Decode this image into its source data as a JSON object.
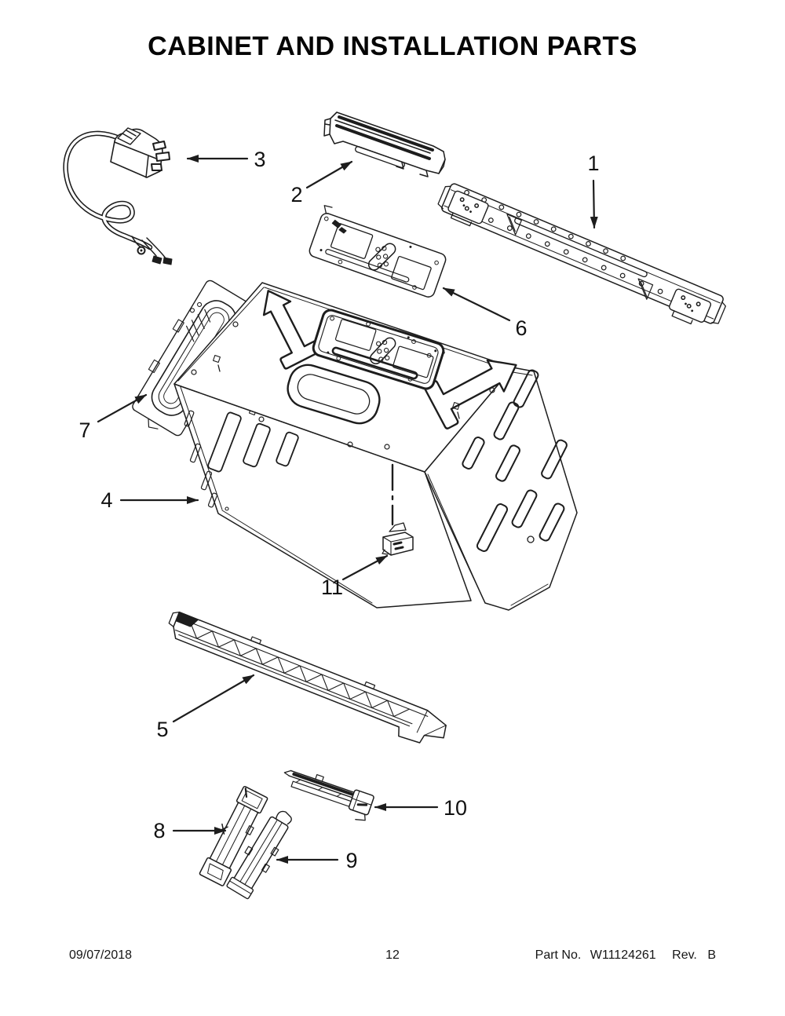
{
  "page": {
    "title": "CABINET AND INSTALLATION PARTS",
    "footer": {
      "date": "09/07/2018",
      "page_number": "12",
      "part_no_label": "Part No.",
      "part_no": "W11124261",
      "rev_label": "Rev.",
      "rev": "B"
    }
  },
  "diagram": {
    "ink_color": "#1d1d1d",
    "callouts": [
      "1",
      "2",
      "3",
      "4",
      "5",
      "6",
      "7",
      "8",
      "9",
      "10",
      "11"
    ]
  }
}
